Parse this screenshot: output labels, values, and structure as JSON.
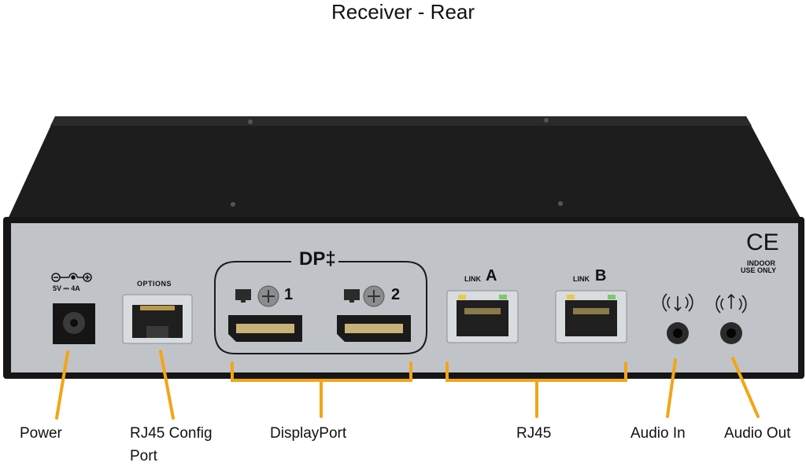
{
  "title": "Receiver - Rear",
  "panel": {
    "dc_rating": "5V ⎓ 4A",
    "options_label": "OPTIONS",
    "dp_logo": "DP‡",
    "dp_port_1": "1",
    "dp_port_2": "2",
    "link_prefix_a": "LINK",
    "link_a": "A",
    "link_prefix_b": "LINK",
    "link_b": "B",
    "ce_mark": "CE",
    "indoor_line1": "INDOOR",
    "indoor_line2": "USE ONLY"
  },
  "callouts": {
    "power": "Power",
    "rj45_config_line1": "RJ45 Config",
    "rj45_config_line2": "Port",
    "displayport": "DisplayPort",
    "rj45": "RJ45",
    "audio_in": "Audio In",
    "audio_out": "Audio Out"
  },
  "colors": {
    "callout_line": "#F2A516",
    "chassis": "#1c1c1c",
    "panel": "#bfc3c7"
  }
}
